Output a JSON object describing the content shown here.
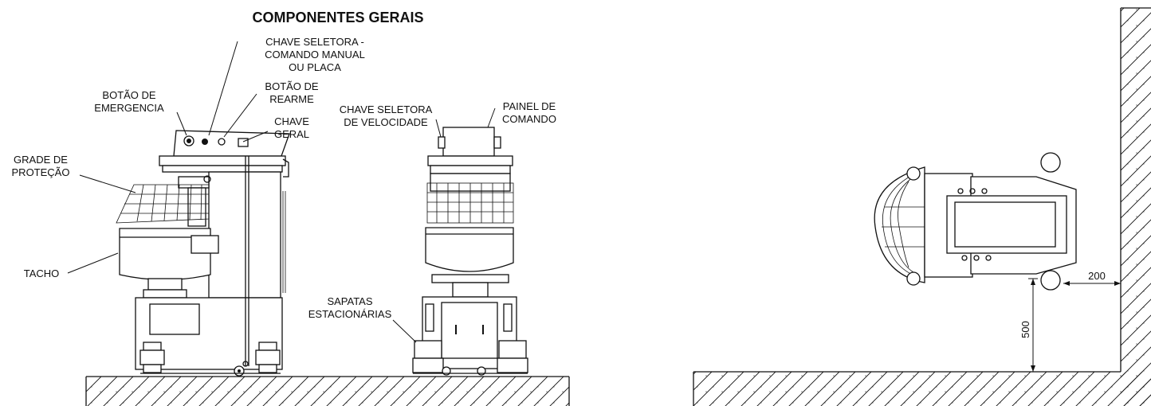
{
  "title": "COMPONENTES GERAIS",
  "labels": {
    "chave_seletora_manual": [
      "CHAVE SELETORA -",
      "COMANDO MANUAL",
      "OU PLACA"
    ],
    "botao_rearme": [
      "BOTÃO DE",
      "REARME"
    ],
    "botao_emergencia": [
      "BOTÃO DE",
      "EMERGENCIA"
    ],
    "chave_geral": [
      "CHAVE",
      "GERAL"
    ],
    "grade_protecao": [
      "GRADE DE",
      "PROTEÇÃO"
    ],
    "tacho": "TACHO",
    "chave_seletora_velocidade": [
      "CHAVE SELETORA",
      "DE VELOCIDADE"
    ],
    "painel_comando": [
      "PAINEL DE",
      "COMANDO"
    ],
    "sapatas": [
      "SAPATAS",
      "ESTACIONÁRIAS"
    ]
  },
  "dimensions": {
    "wall_clearance": "200",
    "floor_clearance": "500"
  }
}
